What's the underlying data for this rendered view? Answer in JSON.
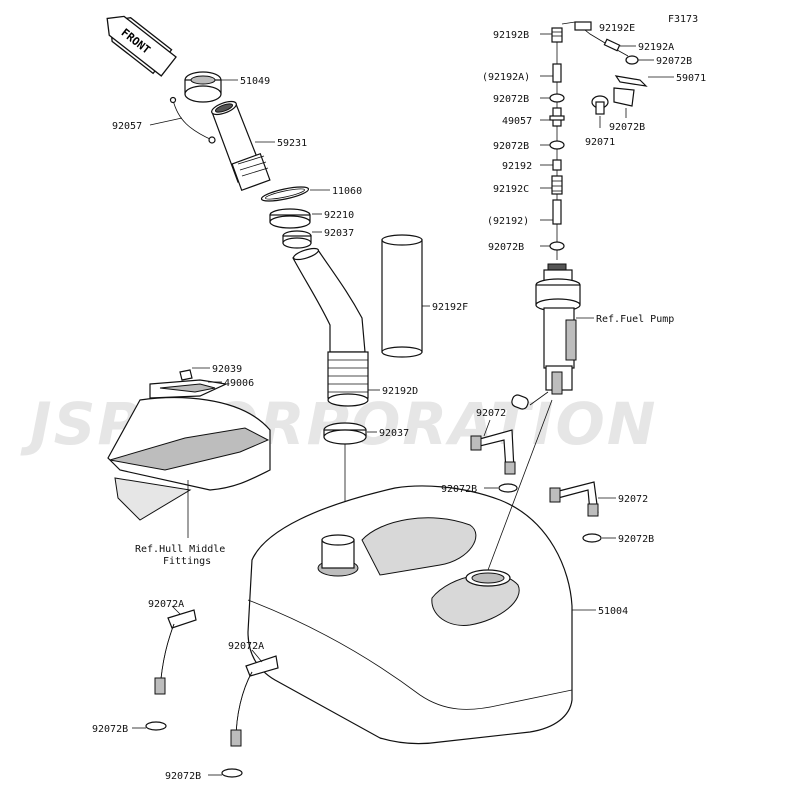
{
  "figure_code": "F3173",
  "watermark": "JSP CORPORATION",
  "front_arrow_text": "FRONT",
  "labels": {
    "l_51049": "51049",
    "l_92057": "92057",
    "l_59231": "59231",
    "l_11060": "11060",
    "l_92210": "92210",
    "l_92037_top": "92037",
    "l_92192F": "92192F",
    "l_92039": "92039",
    "l_49006": "49006",
    "l_92192D": "92192D",
    "l_92037_low": "92037",
    "l_refhull_1": "Ref.Hull Middle",
    "l_refhull_2": "Fittings",
    "l_92192B": "92192B",
    "l_92192E": "92192E",
    "l_92192A": "92192A",
    "l_92072B_r1": "92072B",
    "l_59071": "59071",
    "l_92192A_p": "(92192A)",
    "l_92072B_c1": "92072B",
    "l_92072B_r2": "92072B",
    "l_92071": "92071",
    "l_49057": "49057",
    "l_92072B_c2": "92072B",
    "l_92192": "92192",
    "l_92192C": "92192C",
    "l_92192_p": "(92192)",
    "l_92072B_c3": "92072B",
    "l_reffuel": "Ref.Fuel Pump",
    "l_92072_left": "92072",
    "l_92072B_mid": "92072B",
    "l_92072_right": "92072",
    "l_92072B_right": "92072B",
    "l_51004": "51004",
    "l_92072A_1": "92072A",
    "l_92072A_2": "92072A",
    "l_92072B_bl": "92072B",
    "l_92072B_bot": "92072B"
  }
}
